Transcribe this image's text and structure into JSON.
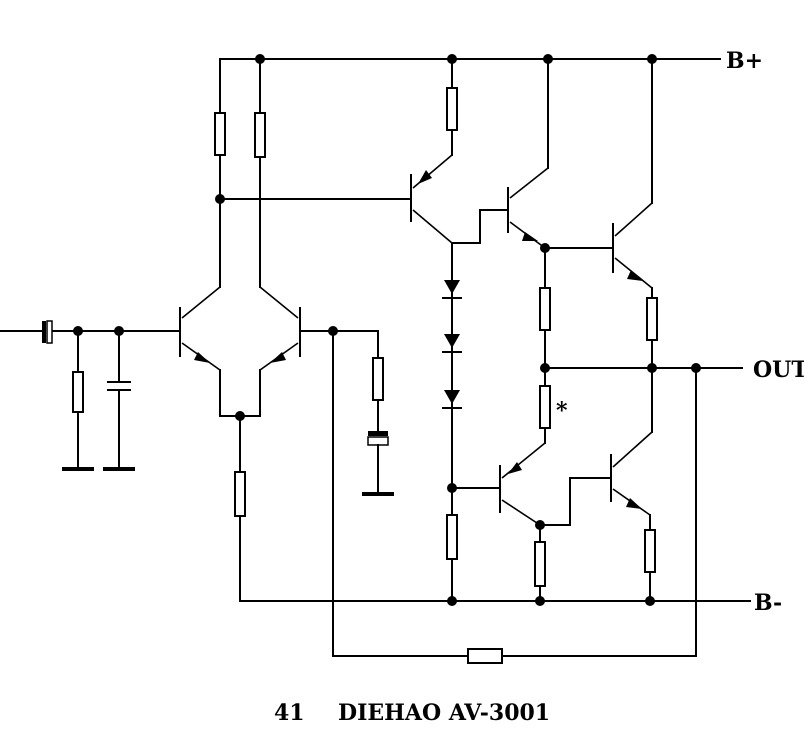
{
  "labels": {
    "bplus": "B+",
    "bminus": "B-",
    "out": "OUT",
    "marker": "*"
  },
  "caption": {
    "number": "41",
    "title": "DIEHAO AV-3001"
  }
}
